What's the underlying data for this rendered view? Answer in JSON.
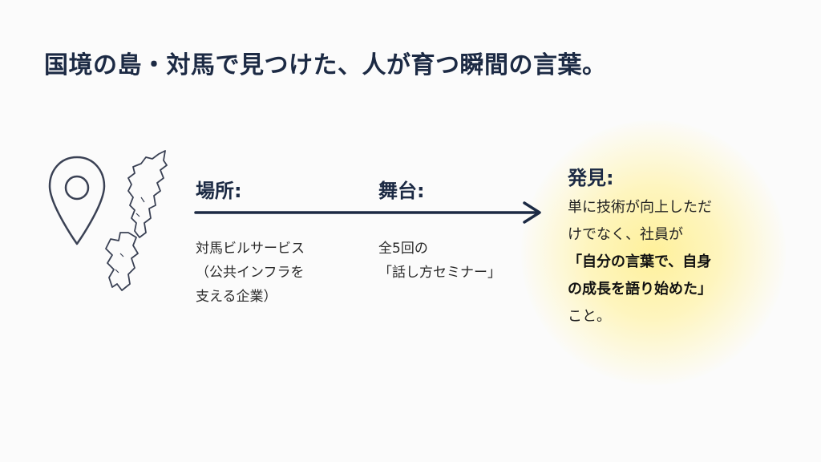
{
  "title": "国境の島・対馬で見つけた、人が育つ瞬間の言葉。",
  "icons": {
    "pin": "location-pin-icon",
    "map": "tsushima-island-map-icon"
  },
  "place": {
    "heading": "場所:",
    "lines": [
      "対馬ビルサービス",
      "（公共インフラを",
      "支える企業）"
    ]
  },
  "stage": {
    "heading": "舞台:",
    "lines": [
      "全5回の",
      "「話し方セミナー」"
    ]
  },
  "discovery": {
    "heading": "発見:",
    "lines": [
      {
        "text": "単に技術が向上しただ",
        "emphasis": false
      },
      {
        "text": "けでなく、社員が",
        "emphasis": false
      },
      {
        "text": "「自分の言葉で、自身",
        "emphasis": true
      },
      {
        "text": "の成長を語り始めた」",
        "emphasis": true
      },
      {
        "text": "こと。",
        "emphasis": false
      }
    ]
  },
  "colors": {
    "navy": "#1c2a44",
    "highlight": "#fff09a"
  }
}
